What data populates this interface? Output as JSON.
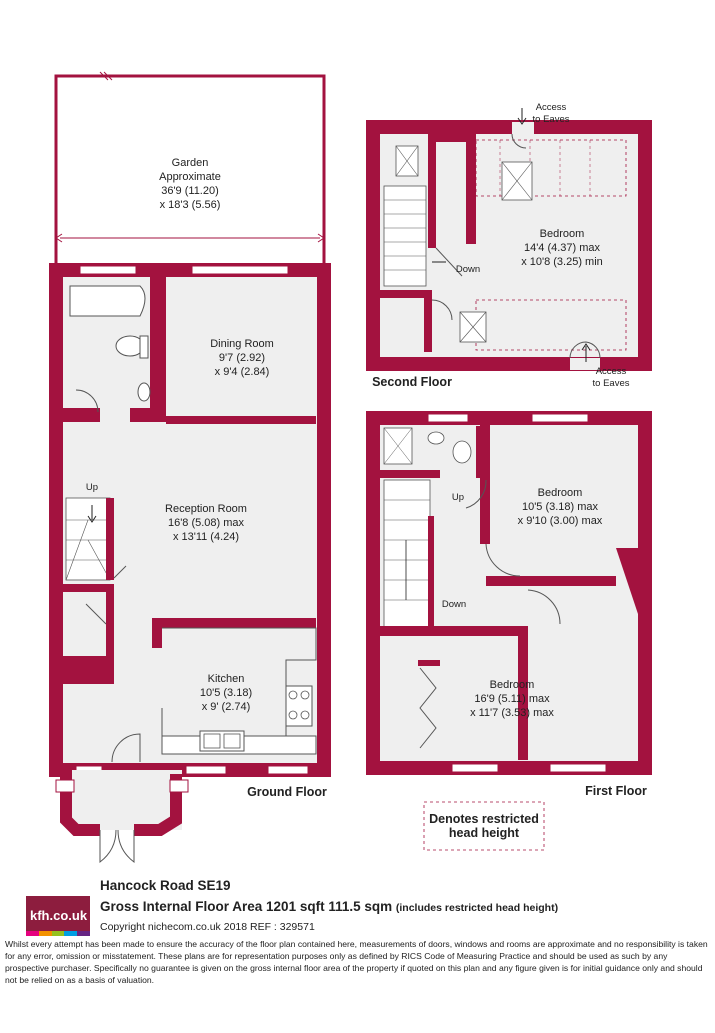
{
  "rooms": {
    "garden": [
      "Garden",
      "Approximate",
      "36'9 (11.20)",
      "x 18'3 (5.56)"
    ],
    "dining": [
      "Dining Room",
      "9'7 (2.92)",
      "x 9'4 (2.84)"
    ],
    "reception": [
      "Reception Room",
      "16'8 (5.08) max",
      "x 13'11 (4.24)"
    ],
    "kitchen": [
      "Kitchen",
      "10'5 (3.18)",
      "x 9' (2.74)"
    ],
    "bedroom_second": [
      "Bedroom",
      "14'4 (4.37) max",
      "x 10'8 (3.25) min"
    ],
    "bedroom_first_rear": [
      "Bedroom",
      "10'5 (3.18) max",
      "x 9'10 (3.00) max"
    ],
    "bedroom_first_front": [
      "Bedroom",
      "16'9 (5.11) max",
      "x 11'7 (3.53) max"
    ]
  },
  "labels": {
    "up": "Up",
    "down": "Down",
    "access_eaves": [
      "Access",
      "to Eaves"
    ]
  },
  "floors": {
    "ground": "Ground Floor",
    "first": "First Floor",
    "second": "Second Floor"
  },
  "legend": [
    "Denotes restricted",
    "head height"
  ],
  "footer": {
    "logo": "kfh.co.uk",
    "logo_colors": [
      "#e5007e",
      "#f39200",
      "#95c11f",
      "#009fe3",
      "#662483"
    ],
    "address": "Hancock Road  SE19",
    "area": "Gross Internal Floor Area 1201 sqft 111.5 sqm",
    "area_note": "(includes restricted head height)",
    "copyright": "Copyright nichecom.co.uk 2018 REF : 329571",
    "disclaimer": "Whilst every attempt has been made to ensure the accuracy of the floor plan contained here, measurements of doors, windows and rooms are approximate and no responsibility is taken for any error, omission or misstatement.  These plans are for representation purposes only as defined by RICS Code of Measuring Practice and should be used as such by any prospective purchaser.  Specifically no guarantee is given on the gross internal floor area of the property if quoted on this plan and any figure given is for initial guidance only and should not be relied on as a basis of valuation."
  },
  "colors": {
    "wall": "#a3123f",
    "floor": "#efefef"
  }
}
